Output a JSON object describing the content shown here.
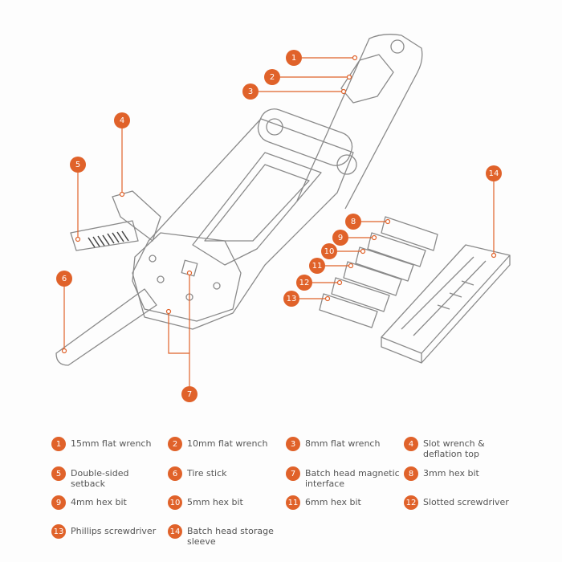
{
  "accent_color": "#e0622a",
  "line_color": "#d9d9d9",
  "parts": [
    {
      "num": "1",
      "label": "15mm flat wrench"
    },
    {
      "num": "2",
      "label": "10mm flat wrench"
    },
    {
      "num": "3",
      "label": "8mm flat wrench"
    },
    {
      "num": "4",
      "label": "Slot wrench & deflation top"
    },
    {
      "num": "5",
      "label": "Double-sided setback"
    },
    {
      "num": "6",
      "label": "Tire stick"
    },
    {
      "num": "7",
      "label": "Batch head magnetic interface"
    },
    {
      "num": "8",
      "label": "3mm hex bit"
    },
    {
      "num": "9",
      "label": "4mm hex bit"
    },
    {
      "num": "10",
      "label": "5mm hex bit"
    },
    {
      "num": "11",
      "label": "6mm hex bit"
    },
    {
      "num": "12",
      "label": "Slotted screwdriver"
    },
    {
      "num": "13",
      "label": "Phillips screwdriver"
    },
    {
      "num": "14",
      "label": "Batch head storage sleeve"
    }
  ]
}
